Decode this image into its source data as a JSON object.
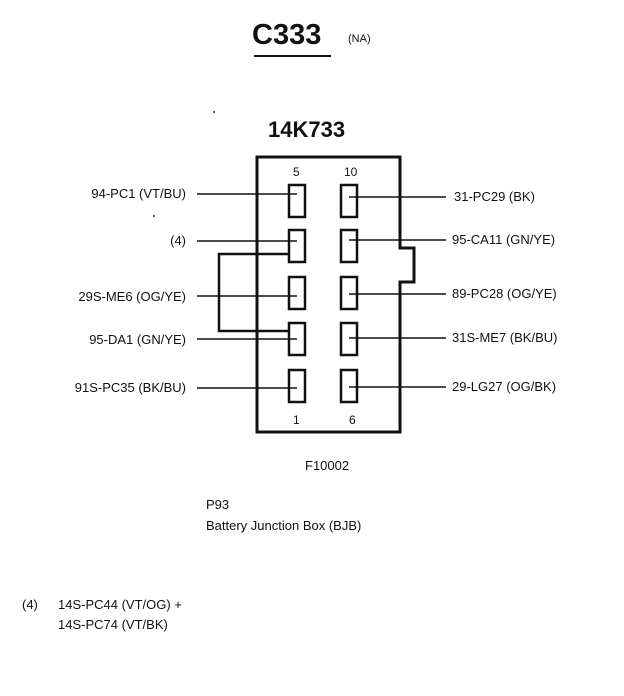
{
  "connector": {
    "id": "C333",
    "region": "(NA)",
    "part_number": "14K733",
    "figure_code": "F10002",
    "location_code": "P93",
    "location_name": "Battery Junction Box (BJB)"
  },
  "pin_numbers": {
    "top_left": "5",
    "top_right": "10",
    "bottom_left": "1",
    "bottom_right": "6"
  },
  "left_wires": [
    {
      "label": "94-PC1 (VT/BU)"
    },
    {
      "label": "(4)"
    },
    {
      "label": "29S-ME6 (OG/YE)"
    },
    {
      "label": "95-DA1 (GN/YE)"
    },
    {
      "label": "91S-PC35 (BK/BU)"
    }
  ],
  "right_wires": [
    {
      "label": "31-PC29 (BK)"
    },
    {
      "label": "95-CA11 (GN/YE)"
    },
    {
      "label": "89-PC28 (OG/YE)"
    },
    {
      "label": "31S-ME7 (BK/BU)"
    },
    {
      "label": "29-LG27 (OG/BK)"
    }
  ],
  "footnote": {
    "marker": "(4)",
    "line1": "14S-PC44 (VT/OG) +",
    "line2": "14S-PC74 (VT/BK)"
  }
}
